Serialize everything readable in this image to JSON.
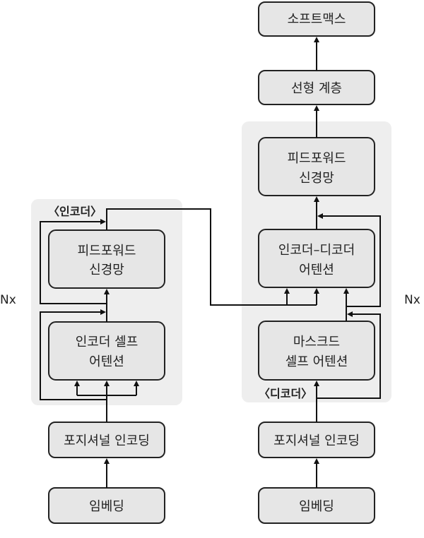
{
  "encoder": {
    "label": "〈인코더〉",
    "ffn": [
      "피드포워드",
      "신경망"
    ],
    "self_attention": [
      "인코더 셀프",
      "어텐션"
    ],
    "positional_encoding": "포지셔널 인코딩",
    "embedding": "임베딩",
    "repeat": "Nx"
  },
  "decoder": {
    "label": "〈디코더〉",
    "ffn": [
      "피드포워드",
      "신경망"
    ],
    "cross_attention": [
      "인코더–디코더",
      "어텐션"
    ],
    "masked_attention": [
      "마스크드",
      "셀프 어텐션"
    ],
    "positional_encoding": "포지셔널 인코딩",
    "embedding": "임베딩",
    "repeat": "Nx"
  },
  "output": {
    "linear": "선형 계층",
    "softmax": "소프트맥스"
  },
  "colors": {
    "panel": "#eeeeee",
    "box": "#e6e6e6",
    "line": "#111111"
  }
}
